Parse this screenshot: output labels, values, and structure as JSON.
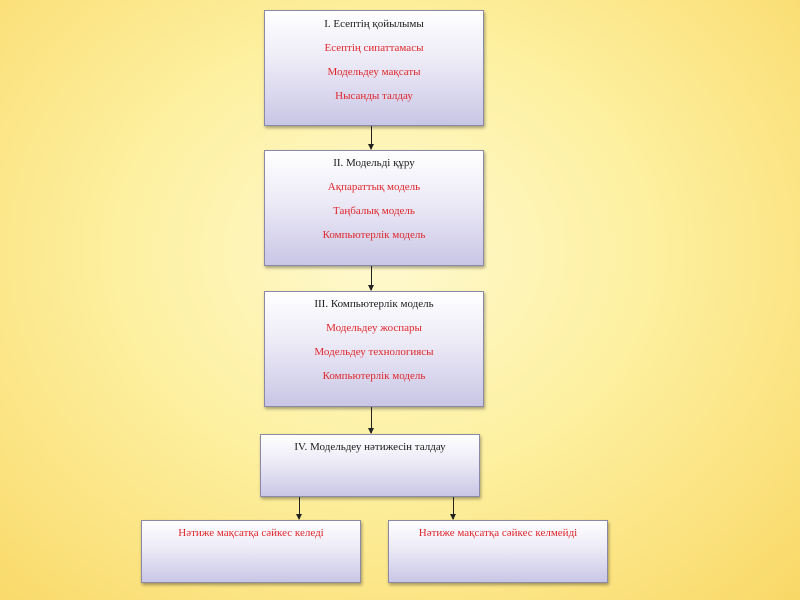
{
  "blocks": [
    {
      "title": "I. Есептің қойылымы",
      "items": [
        "Есептің сипаттамасы",
        "Модельдеу мақсаты",
        "Нысанды талдау"
      ]
    },
    {
      "title": "II. Модельді құру",
      "items": [
        "Ақпараттық модель",
        "Таңбалық модель",
        "Компьютерлік модель"
      ]
    },
    {
      "title": "III. Компьютерлік модель",
      "items": [
        "Модельдеу жоспары",
        "Модельдеу технологиясы",
        "Компьютерлік модель"
      ]
    },
    {
      "title": "IV. Модельдеу нәтижесін талдау"
    }
  ],
  "outcomes": {
    "left": "Нәтиже мақсатқа сәйкес келеді",
    "right": "Нәтиже мақсатқа сәйкес келмейді"
  }
}
